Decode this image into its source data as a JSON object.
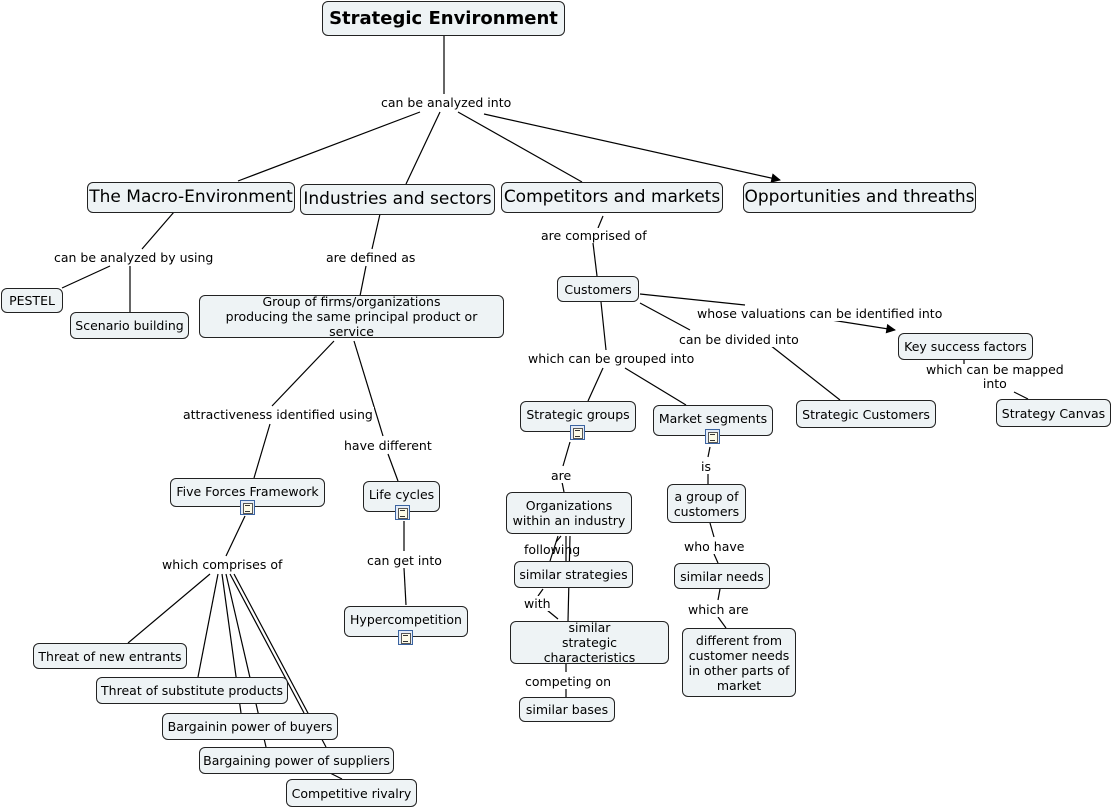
{
  "nodes": {
    "strategic_environment": "Strategic Environment",
    "macro_environment": "The Macro-Environment",
    "industries_sectors": "Industries and sectors",
    "competitors_markets": "Competitors and markets",
    "opportunities_threaths": "Opportunities and threaths",
    "pestel": "PESTEL",
    "scenario_building": "Scenario building",
    "group_of_firms": "Group of firms/organizations\nproducing the same principal product or service",
    "five_forces": "Five Forces Framework",
    "life_cycles": "Life cycles",
    "hypercompetition": "Hypercompetition",
    "threat_new_entrants": "Threat of new entrants",
    "threat_substitute": "Threat of substitute products",
    "bargain_buyers": "Bargainin power of buyers",
    "bargain_suppliers": "Bargaining power of suppliers",
    "competitive_rivalry": "Competitive rivalry",
    "customers": "Customers",
    "key_success_factors": "Key success factors",
    "strategy_canvas": "Strategy Canvas",
    "strategic_customers": "Strategic Customers",
    "strategic_groups": "Strategic groups",
    "market_segments": "Market segments",
    "orgs_within_industry": "Organizations\nwithin an industry",
    "similar_strategies": "similar strategies",
    "similar_characteristics": "similar\nstrategic characteristics",
    "similar_bases": "similar bases",
    "group_of_customers": "a group of\ncustomers",
    "similar_needs": "similar needs",
    "different_needs": "different from\ncustomer needs\nin other parts of\nmarket"
  },
  "labels": {
    "can_be_analyzed_into": "can be analyzed into",
    "can_be_analyzed_by_using": "can be analyzed by using",
    "are_defined_as": "are defined as",
    "are_comprised_of": "are comprised of",
    "attractiveness_identified_using": "attractiveness identified using",
    "have_different": "have different",
    "which_comprises_of": "which comprises of",
    "can_get_into": "can get into",
    "whose_valuations": "whose valuations can be identified into",
    "can_be_divided_into": "can be divided into",
    "which_can_be_grouped_into": "which can be grouped into",
    "which_can_be_mapped_into": "which can be mapped\ninto",
    "are": "are",
    "is": "is",
    "following": "following",
    "with": "with",
    "competing_on": "competing on",
    "who_have": "who have",
    "which_are": "which are"
  },
  "colors": {
    "node_fill": "#eef3f5",
    "node_border": "#222222",
    "link": "#000000",
    "doc_icon": "#3a63a0"
  },
  "icons": [
    "document-icon"
  ]
}
